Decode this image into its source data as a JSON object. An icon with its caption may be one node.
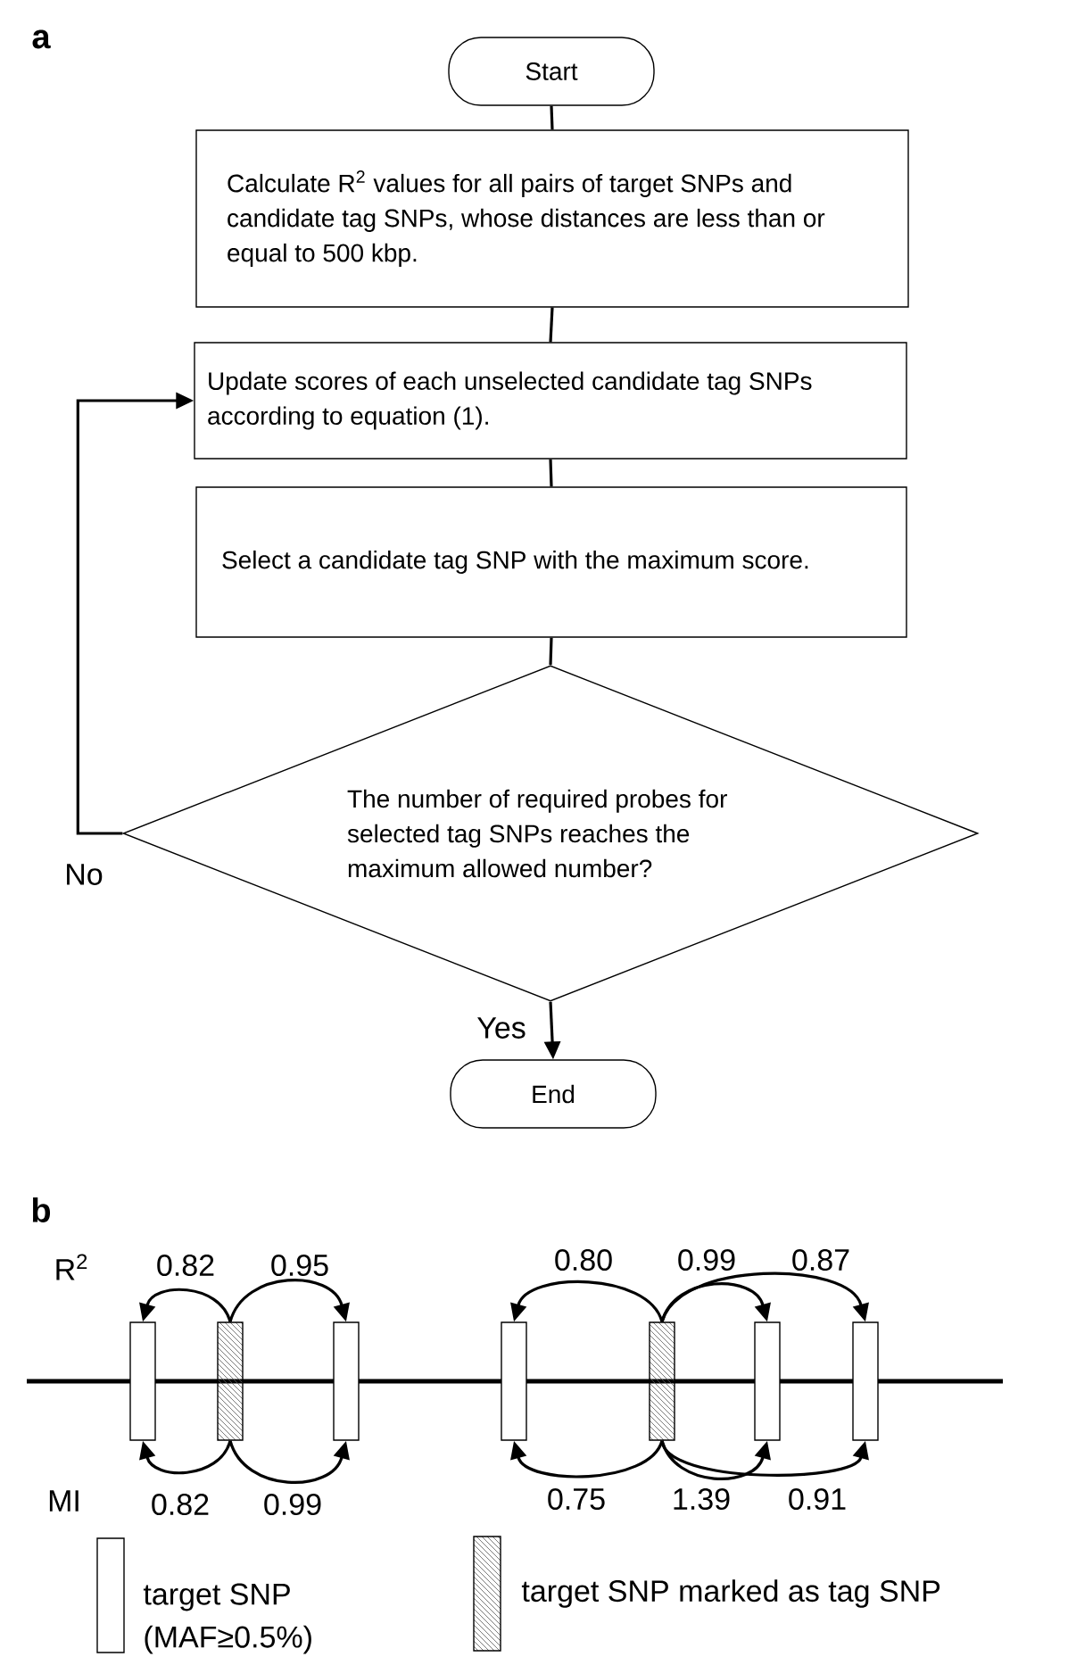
{
  "diagram": {
    "nodes": [
      {
        "text": [
          "Start"
        ]
      },
      {
        "text": [
          "Calculate R$^{2}$ values for all pairs of target SNPs and candidate tag SNPs, whose distances are less than or equal to 500 kbp."
        ]
      },
      {
        "text": [
          "Update scores of each unselected candidate tag SNPs according to equation (1)."
        ]
      },
      {
        "text": [
          "Select a candidate tag SNP with the maximum score."
        ]
      },
      {
        "text": [
          "The number of required probes for selected tag SNPs reaches the maximum allowed number?"
        ]
      },
      {
        "text": [
          "End"
        ]
      },
      {
        "text": [],
        "shape": "bar"
      },
      {
        "text": [],
        "shape": "hatched-bar"
      },
      {
        "text": [],
        "shape": "bar"
      },
      {
        "text": [],
        "shape": "bar"
      },
      {
        "text": [],
        "shape": "hatched-bar"
      },
      {
        "text": [],
        "shape": "bar"
      },
      {
        "text": [],
        "shape": "bar"
      }
    ],
    "edges": [
      {
        "from": 0,
        "to": 1,
        "arrow": "none"
      },
      {
        "from": 1,
        "to": 2,
        "arrow": "none"
      },
      {
        "from": 2,
        "to": 3,
        "arrow": "none"
      },
      {
        "from": 3,
        "to": 4,
        "arrow": "none"
      },
      {
        "from": 4,
        "to": 5,
        "arrow": "to",
        "label": "Yes"
      },
      {
        "from": 4,
        "to": 2,
        "arrow": "to",
        "label": "No"
      },
      {
        "from": 7,
        "to": 6,
        "arrow": "to",
        "label": "0.82"
      },
      {
        "from": 7,
        "to": 8,
        "arrow": "to",
        "label": "0.95"
      },
      {
        "from": 10,
        "to": 9,
        "arrow": "to",
        "label": "0.80"
      },
      {
        "from": 10,
        "to": 11,
        "arrow": "to",
        "label": "0.99"
      },
      {
        "from": 10,
        "to": 12,
        "arrow": "to",
        "label": "0.87"
      },
      {
        "from": 7,
        "to": 6,
        "arrow": "to",
        "label": "0.82"
      },
      {
        "from": 7,
        "to": 8,
        "arrow": "to",
        "label": "0.99"
      },
      {
        "from": 10,
        "to": 9,
        "arrow": "to",
        "label": "0.75"
      },
      {
        "from": 10,
        "to": 11,
        "arrow": "to",
        "label": "1.39"
      },
      {
        "from": 10,
        "to": 12,
        "arrow": "to",
        "label": "0.91"
      }
    ],
    "labels": [
      "a",
      "b",
      "R$^{2}$",
      "MI"
    ],
    "legend": [
      {
        "text": "target SNP (MAF≥0.5%)"
      },
      {
        "text": "target SNP marked as tag SNP"
      }
    ]
  }
}
